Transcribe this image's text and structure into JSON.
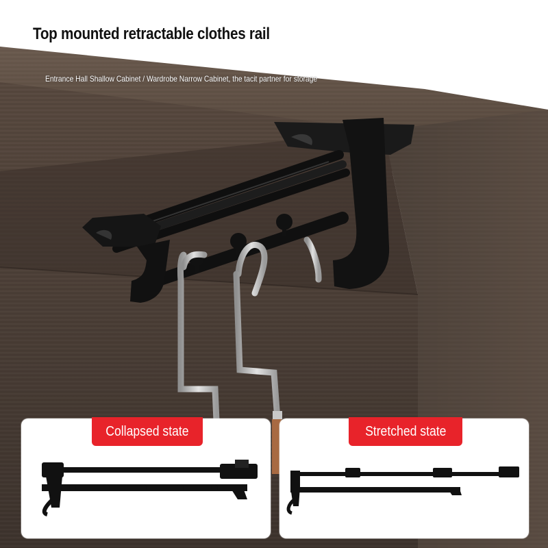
{
  "header": {
    "title": "Top mounted retractable clothes rail",
    "subtitle": "Entrance Hall Shallow Cabinet / Wardrobe Narrow Cabinet, the tacit partner for storage"
  },
  "panels": {
    "collapsed_label": "Collapsed state",
    "stretched_label": "Stretched state"
  },
  "colors": {
    "accent_red": "#e8232a",
    "wood_dark": "#4a3f37",
    "rail_black": "#141414",
    "hook_steel": "#bdbdbd"
  }
}
